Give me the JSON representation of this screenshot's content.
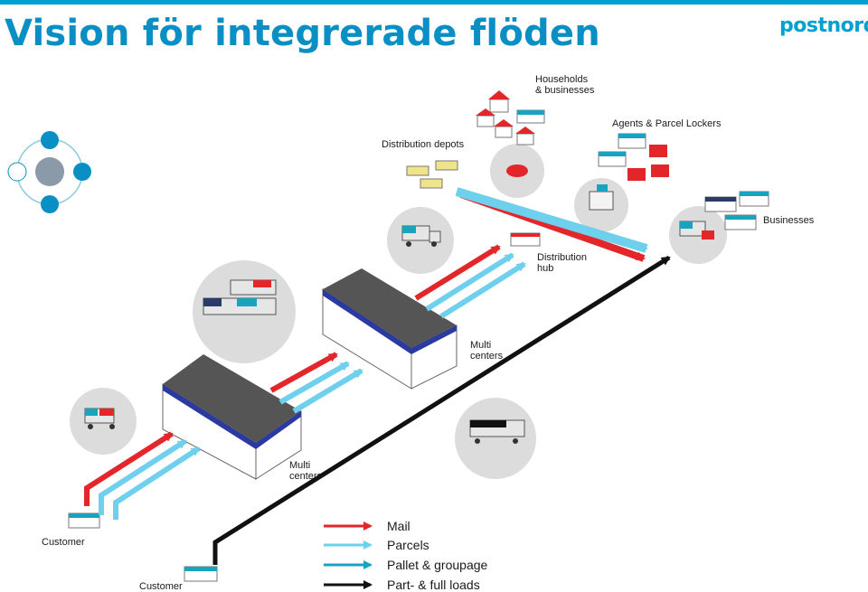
{
  "header": {
    "title": "Vision för integrerade flöden",
    "logo_text": "postnord"
  },
  "labels": {
    "households": "Households\n& businesses",
    "agents": "Agents & Parcel Lockers",
    "distribution_depots": "Distribution depots",
    "businesses": "Businesses",
    "distribution_hub": "Distribution\nhub",
    "multi_centers_top": "Multi\ncenters",
    "multi_centers_bottom": "Multi\ncenters",
    "customer_left": "Customer",
    "customer_bottom": "Customer"
  },
  "legend": [
    {
      "label": "Mail",
      "color": "#e3262a"
    },
    {
      "label": "Parcels",
      "color": "#6fd0ee"
    },
    {
      "label": "Pallet & groupage",
      "color": "#1aa3be"
    },
    {
      "label": "Part- & full loads",
      "color": "#111111"
    }
  ],
  "colors": {
    "brand_blue": "#00a0d2",
    "mail_red": "#e3262a",
    "parcel_light_blue": "#6fd0ee",
    "pallet_teal": "#1aa3be",
    "loads_black": "#111111",
    "building_roof": "#555555",
    "circle_gray": "#dcdcdc"
  },
  "icons": {
    "cycle_diagram": "process-cycle-icon",
    "trucks": "truck-icon",
    "houses": "house-icon",
    "warehouses": "warehouse-icon",
    "parcel_lockers": "parcel-locker-icon"
  }
}
